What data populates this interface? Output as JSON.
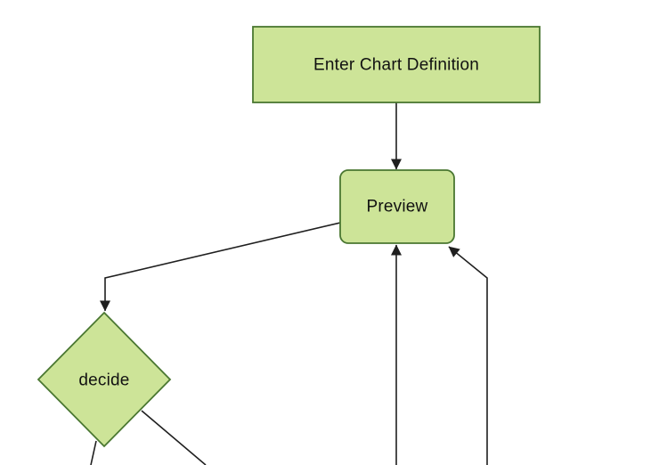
{
  "colors": {
    "background": "#ffffff",
    "node_fill": "#cde498",
    "node_border": "#4a7731",
    "edge": "#1f1f1f",
    "label": "#111111"
  },
  "nodes": {
    "enter_chart_definition": {
      "label": "Enter Chart Definition",
      "shape": "rectangle"
    },
    "preview": {
      "label": "Preview",
      "shape": "rounded-rectangle"
    },
    "decide": {
      "label": "decide",
      "shape": "diamond"
    }
  },
  "edges": [
    {
      "id": "enter-to-preview",
      "from": "enter_chart_definition",
      "to": "preview",
      "arrowhead": true
    },
    {
      "id": "preview-to-decide",
      "from": "preview",
      "to": "decide",
      "arrowhead": true
    },
    {
      "id": "decide-branch-left",
      "from": "decide",
      "to": "offscreen-bottom",
      "arrowhead": false
    },
    {
      "id": "decide-branch-right",
      "from": "decide",
      "to": "offscreen-bottom",
      "arrowhead": false
    },
    {
      "id": "return-to-preview-center",
      "from": "offscreen-bottom",
      "to": "preview",
      "arrowhead": true
    },
    {
      "id": "return-to-preview-corner",
      "from": "offscreen-bottom",
      "to": "preview",
      "arrowhead": true
    }
  ]
}
